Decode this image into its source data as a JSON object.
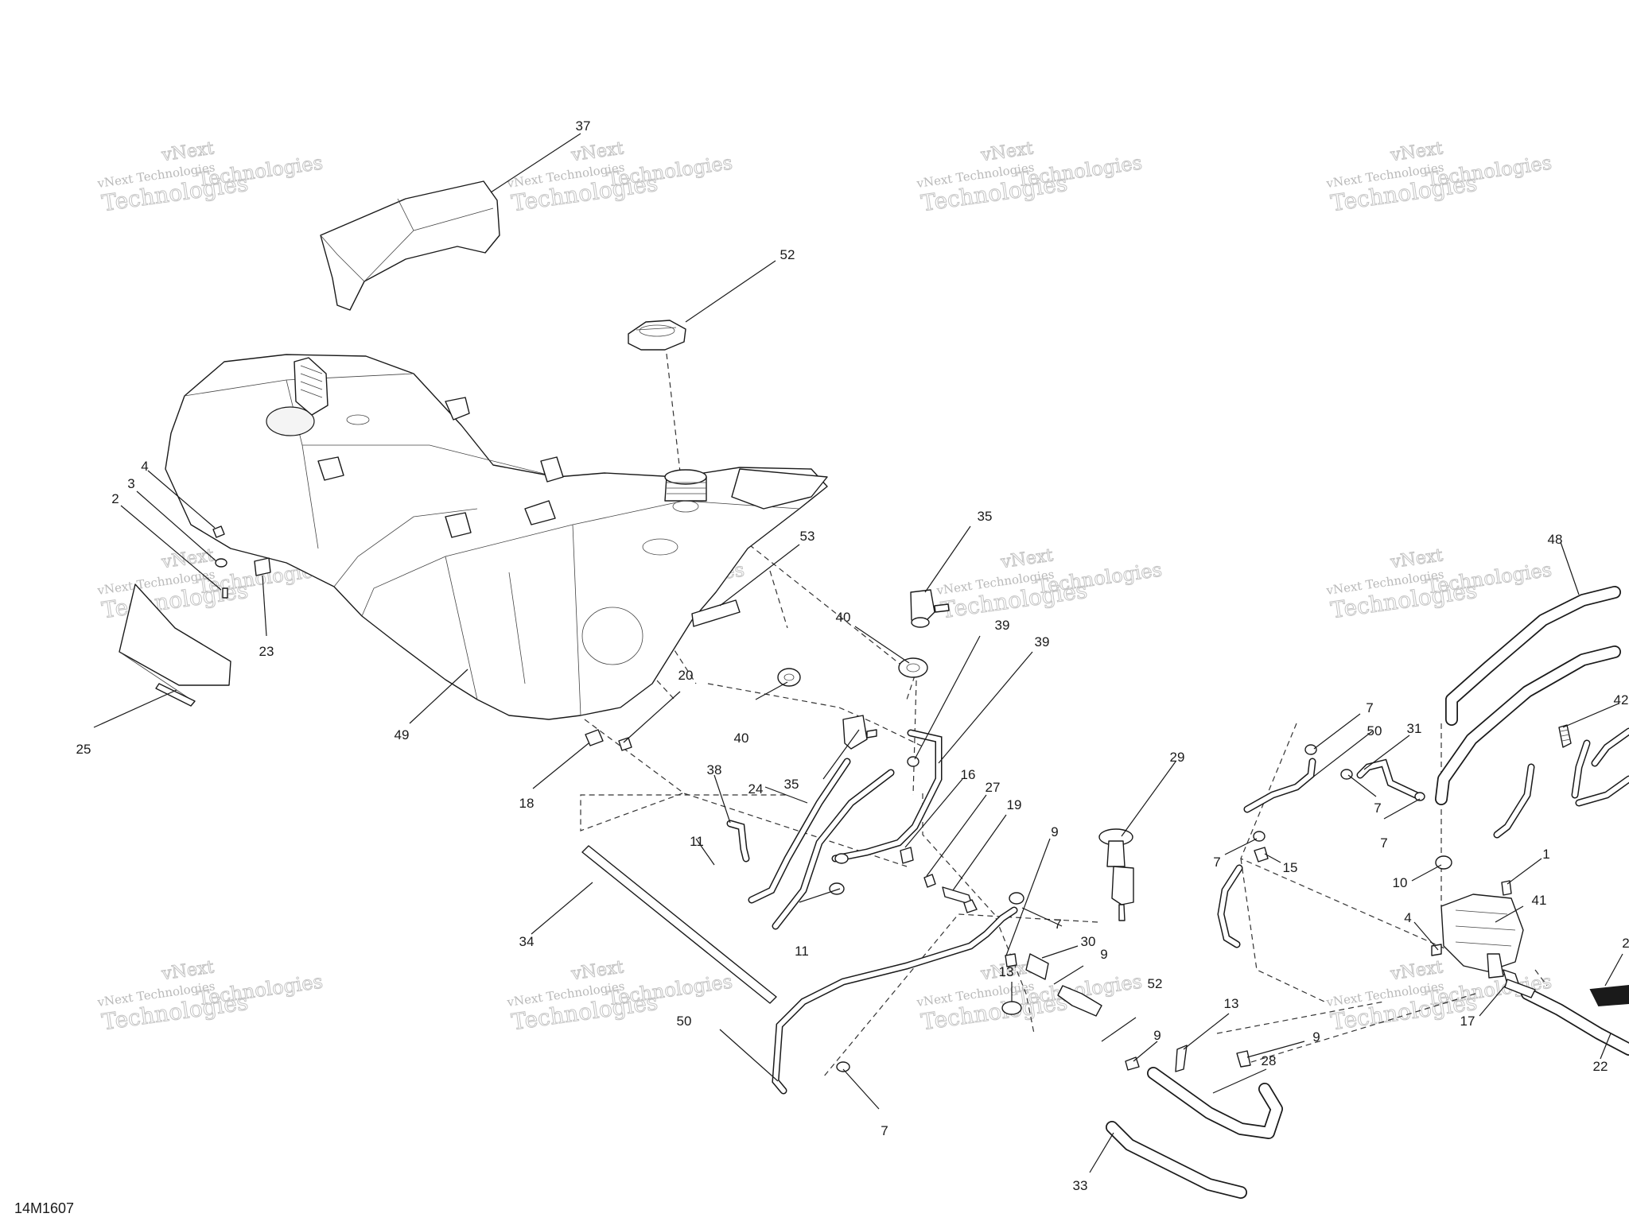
{
  "diagram": {
    "code": "14M1607",
    "watermark": {
      "brand": "vNext",
      "line": "vNext Technologies",
      "big": "Technologies"
    },
    "callouts": [
      {
        "text": "37"
      },
      {
        "text": "52"
      },
      {
        "text": "4"
      },
      {
        "text": "3"
      },
      {
        "text": "2"
      },
      {
        "text": "23"
      },
      {
        "text": "25"
      },
      {
        "text": "49"
      },
      {
        "text": "35"
      },
      {
        "text": "53"
      },
      {
        "text": "40"
      },
      {
        "text": "39"
      },
      {
        "text": "39"
      },
      {
        "text": "20"
      },
      {
        "text": "40"
      },
      {
        "text": "18"
      },
      {
        "text": "35"
      },
      {
        "text": "38"
      },
      {
        "text": "24"
      },
      {
        "text": "16"
      },
      {
        "text": "27"
      },
      {
        "text": "19"
      },
      {
        "text": "11"
      },
      {
        "text": "11"
      },
      {
        "text": "34"
      },
      {
        "text": "29"
      },
      {
        "text": "9"
      },
      {
        "text": "7"
      },
      {
        "text": "30"
      },
      {
        "text": "9"
      },
      {
        "text": "13"
      },
      {
        "text": "52"
      },
      {
        "text": "50"
      },
      {
        "text": "7"
      },
      {
        "text": "9"
      },
      {
        "text": "13"
      },
      {
        "text": "28"
      },
      {
        "text": "9"
      },
      {
        "text": "33"
      },
      {
        "text": "7"
      },
      {
        "text": "50"
      },
      {
        "text": "31"
      },
      {
        "text": "7"
      },
      {
        "text": "7"
      },
      {
        "text": "7"
      },
      {
        "text": "15"
      },
      {
        "text": "48"
      },
      {
        "text": "42"
      },
      {
        "text": "10"
      },
      {
        "text": "1"
      },
      {
        "text": "41"
      },
      {
        "text": "4"
      },
      {
        "text": "17"
      },
      {
        "text": "22"
      },
      {
        "text": "2"
      }
    ]
  }
}
